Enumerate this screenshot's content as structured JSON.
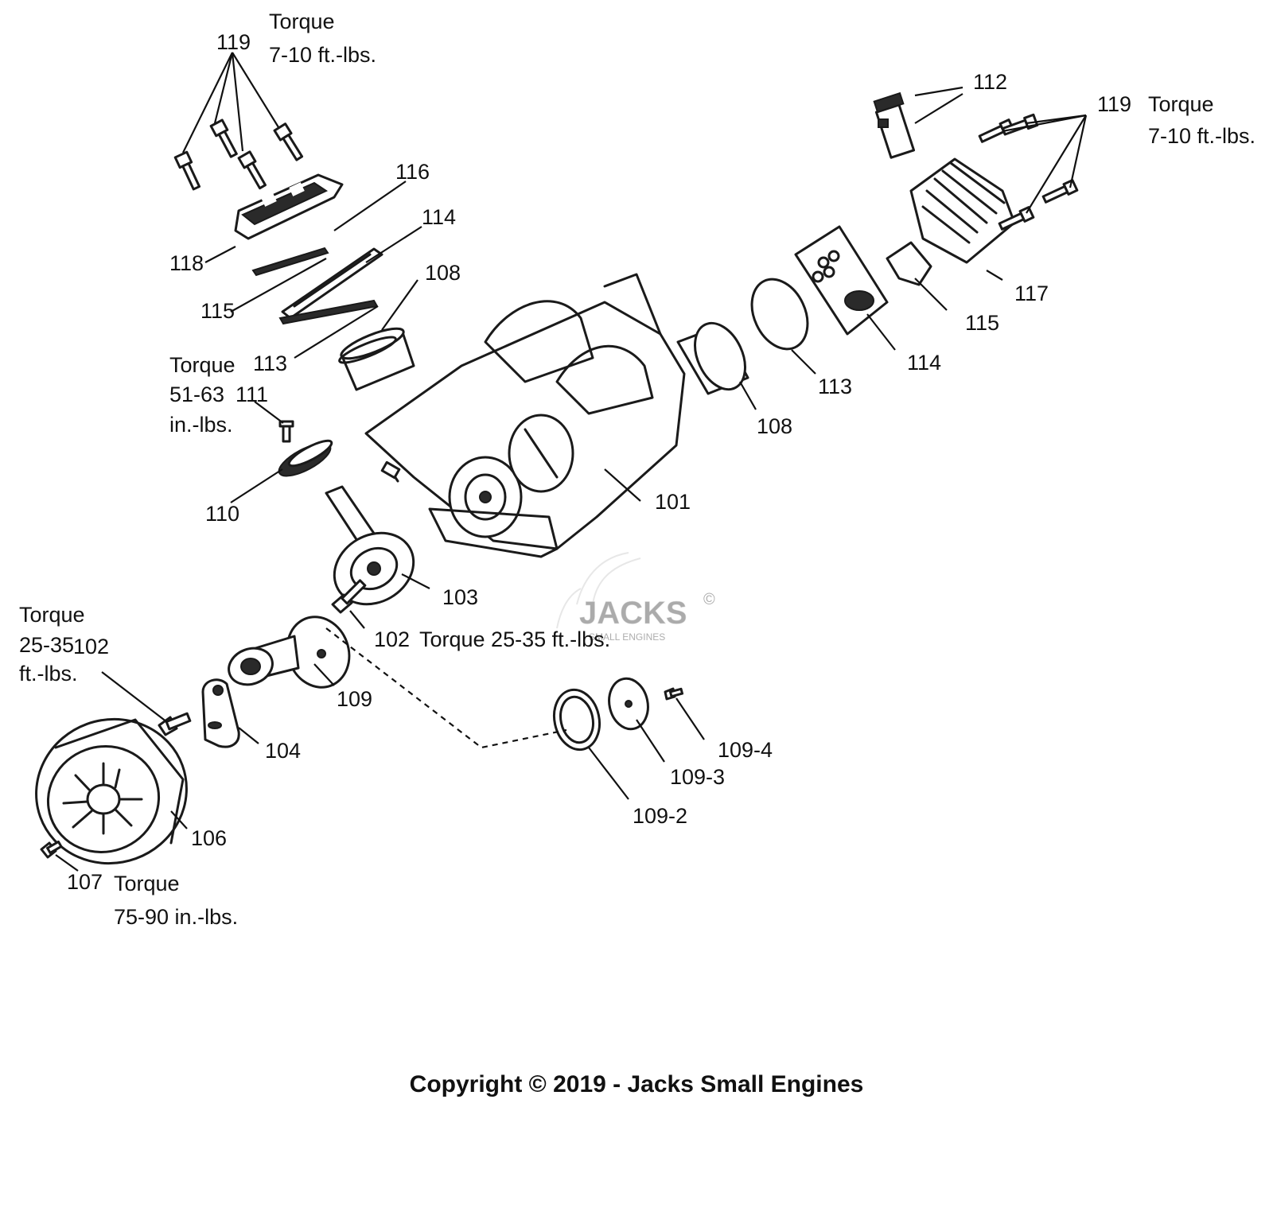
{
  "diagram": {
    "torque_notes": {
      "t119_left": [
        "Torque",
        "7-10 ft.-lbs."
      ],
      "t119_right": [
        "Torque",
        "7-10 ft.-lbs."
      ],
      "t111": [
        "Torque",
        "51-63",
        "in.-lbs."
      ],
      "t102_left": [
        "Torque",
        "25-35",
        "ft.-lbs."
      ],
      "t102_right": "Torque 25-35 ft.-lbs.",
      "t107": [
        "Torque",
        "75-90 in.-lbs."
      ]
    },
    "callouts": {
      "c119_left": "119",
      "c119_right": "119",
      "c112": "112",
      "c116": "116",
      "c114_left": "114",
      "c114_right": "114",
      "c108_left": "108",
      "c108_right": "108",
      "c118": "118",
      "c115_left": "115",
      "c115_right": "115",
      "c113_left": "113",
      "c113_right": "113",
      "c117": "117",
      "c111": "111",
      "c110": "110",
      "c101": "101",
      "c103": "103",
      "c102_left": "102",
      "c102_right": "102",
      "c109": "109",
      "c104": "104",
      "c106": "106",
      "c107": "107",
      "c109_2": "109-2",
      "c109_3": "109-3",
      "c109_4": "109-4"
    },
    "watermark": {
      "logo": "JACKS",
      "sub": "SMALL ENGINES",
      "mark": "©"
    },
    "copyright": "Copyright © 2019 - Jacks Small Engines"
  }
}
